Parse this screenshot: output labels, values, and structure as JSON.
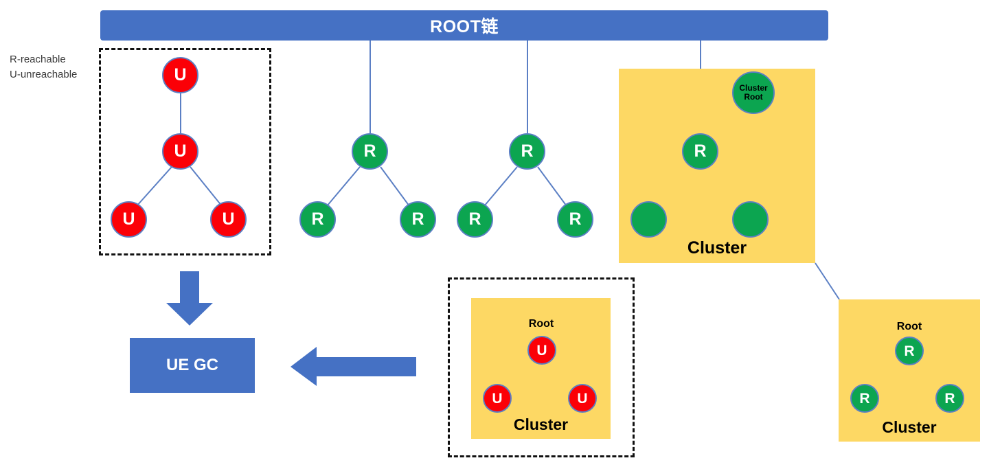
{
  "header": {
    "title": "ROOT链"
  },
  "legend": {
    "line1": "R-reachable",
    "line2": "U-unreachable"
  },
  "labels": {
    "node_reachable": "R",
    "node_unreachable": "U",
    "cluster_caption": "Cluster",
    "root_caption": "Root",
    "cluster_root_line1": "Cluster",
    "cluster_root_line2": "Root",
    "ue_gc": "UE GC"
  },
  "colors": {
    "banner_blue": "#4571C4",
    "node_red": "#FB0007",
    "node_green": "#0CA550",
    "cluster_yellow": "#FDD864",
    "node_stroke": "#5B7FC4",
    "edge_blue": "#5B7FC4",
    "dashed_black": "#111111"
  },
  "groups": {
    "unreachable_tree": {
      "name": "unreachable-chain",
      "nodes": [
        {
          "label": "U",
          "kind": "unreachable"
        },
        {
          "label": "U",
          "kind": "unreachable"
        },
        {
          "label": "U",
          "kind": "unreachable"
        },
        {
          "label": "U",
          "kind": "unreachable"
        }
      ]
    },
    "reachable_tree_1": {
      "name": "reachable-tree-1",
      "nodes": [
        {
          "label": "R",
          "kind": "reachable"
        },
        {
          "label": "R",
          "kind": "reachable"
        },
        {
          "label": "R",
          "kind": "reachable"
        }
      ]
    },
    "reachable_tree_2": {
      "name": "reachable-tree-2",
      "nodes": [
        {
          "label": "R",
          "kind": "reachable"
        },
        {
          "label": "R",
          "kind": "reachable"
        },
        {
          "label": "R",
          "kind": "reachable"
        }
      ]
    },
    "cluster_top_right": {
      "name": "cluster-reachable-top",
      "caption": "Cluster",
      "root_node": {
        "line1": "Cluster",
        "line2": "Root"
      },
      "nodes": [
        {
          "label": "R",
          "kind": "reachable"
        },
        {
          "label": "",
          "kind": "reachable"
        },
        {
          "label": "",
          "kind": "reachable"
        }
      ]
    },
    "cluster_bottom_middle": {
      "name": "cluster-unreachable",
      "caption": "Cluster",
      "root_caption": "Root",
      "nodes": [
        {
          "label": "U",
          "kind": "unreachable"
        },
        {
          "label": "U",
          "kind": "unreachable"
        },
        {
          "label": "U",
          "kind": "unreachable"
        }
      ]
    },
    "cluster_bottom_right": {
      "name": "cluster-reachable-bottom",
      "caption": "Cluster",
      "root_caption": "Root",
      "nodes": [
        {
          "label": "R",
          "kind": "reachable"
        },
        {
          "label": "R",
          "kind": "reachable"
        },
        {
          "label": "R",
          "kind": "reachable"
        }
      ]
    }
  },
  "sink": {
    "label": "UE GC"
  }
}
